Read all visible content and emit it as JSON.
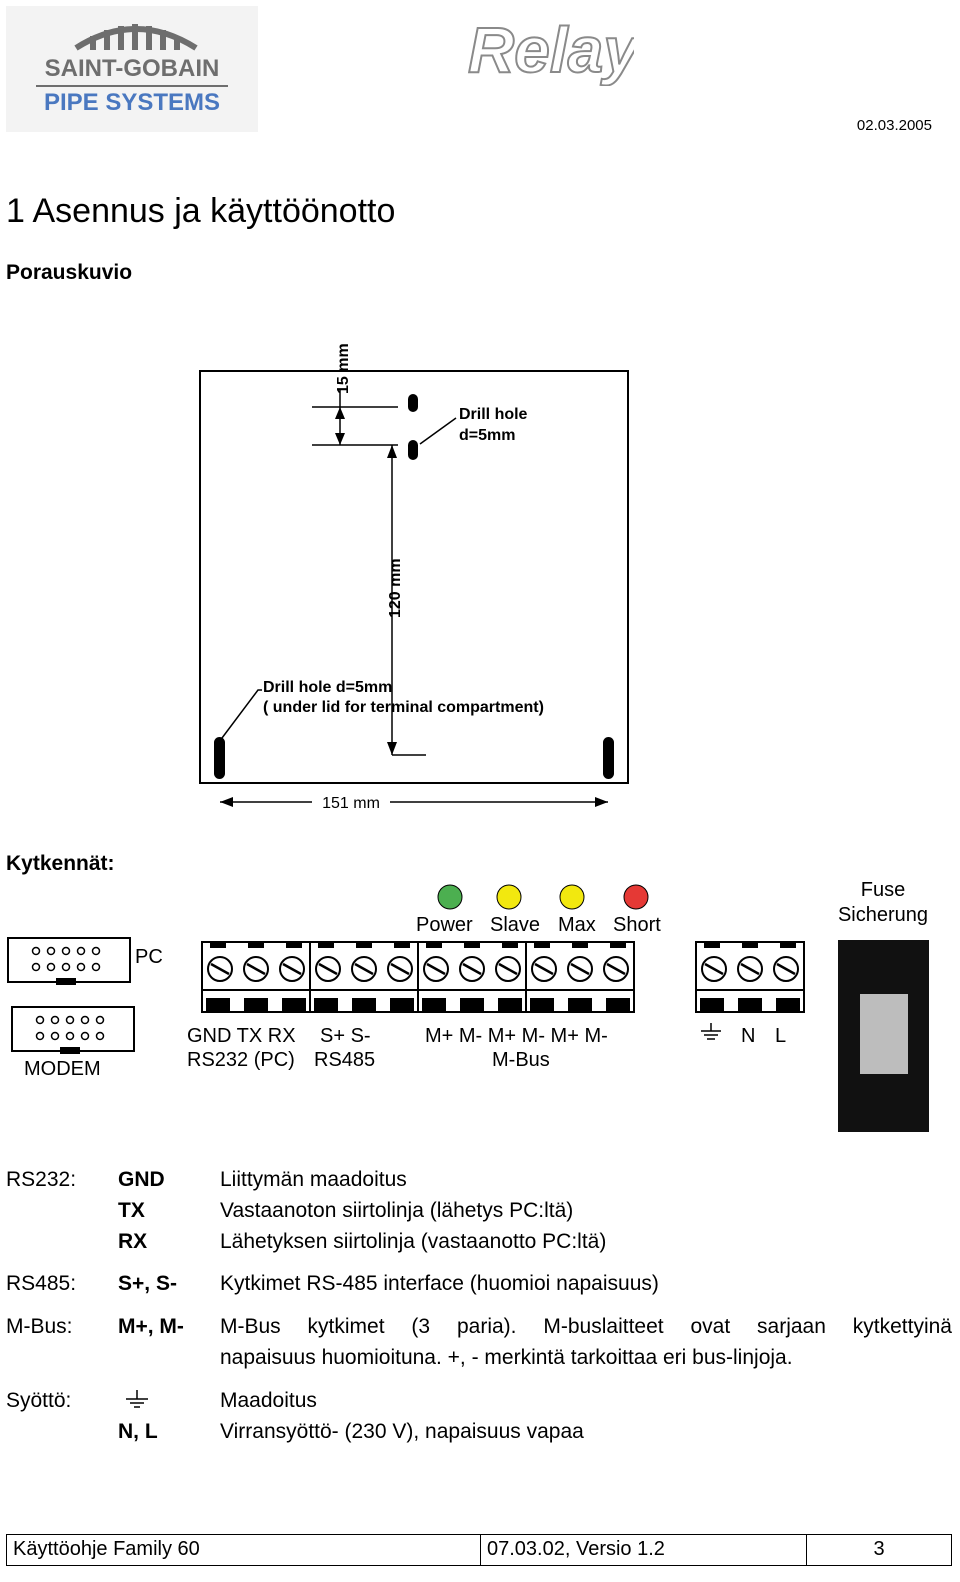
{
  "header": {
    "company_line1": "SAINT-GOBAIN",
    "company_line2": "PIPE SYSTEMS",
    "product_logo": "Relay",
    "date": "02.03.2005"
  },
  "section": {
    "title": "1 Asennus ja käyttöönotto",
    "subtitle": "Porauskuvio"
  },
  "drilling_diagram": {
    "dim_top": "15 mm",
    "dim_vertical": "120 mm",
    "dim_width": "151 mm",
    "drill_hole_top_line1": "Drill hole",
    "drill_hole_top_line2": "d=5mm",
    "drill_hole_bottom_line1": "Drill hole d=5mm",
    "drill_hole_bottom_line2": "( under lid for terminal compartment)"
  },
  "connections": {
    "heading": "Kytkennät:",
    "pc_label": "PC",
    "modem_label": "MODEM",
    "leds": [
      {
        "label": "Power",
        "color": "#4caf50"
      },
      {
        "label": "Slave",
        "color": "#f2e80f"
      },
      {
        "label": "Max",
        "color": "#f2e80f"
      },
      {
        "label": "Short",
        "color": "#e53935"
      }
    ],
    "fuse_line1": "Fuse",
    "fuse_line2": "Sicherung",
    "rs232_pins": "GND TX RX",
    "rs485_pins": "S+ S-",
    "rs232_label": "RS232 (PC)",
    "rs485_label": "RS485",
    "mbus_pins": "M+ M- M+ M- M+ M-",
    "mbus_label": "M-Bus",
    "power_n": "N",
    "power_l": "L"
  },
  "descriptions": {
    "rs232_label": "RS232:",
    "gnd": "GND",
    "gnd_desc": "Liittymän maadoitus",
    "tx": "TX",
    "tx_desc": "Vastaanoton siirtolinja (lähetys PC:ltä)",
    "rx": "RX",
    "rx_desc": "Lähetyksen siirtolinja (vastaanotto PC:ltä)",
    "rs485_label": "RS485:",
    "s": "S+, S-",
    "s_desc": "Kytkimet RS-485 interface (huomioi napaisuus)",
    "mbus_label": "M-Bus:",
    "m": "M+, M-",
    "m_desc1": "M-Bus kytkimet (3 paria). M-buslaitteet ovat sarjaan kytkettyinä",
    "m_desc2": "napaisuus huomioituna. +, - merkintä tarkoittaa eri bus-linjoja.",
    "supply_label": "Syöttö:",
    "ground_desc": "Maadoitus",
    "nl": "N, L",
    "nl_desc": "Virransyöttö- (230 V),  napaisuus vapaa"
  },
  "footer": {
    "doc": "Käyttöohje Family 60",
    "version": "07.03.02, Versio 1.2",
    "page": "3"
  }
}
